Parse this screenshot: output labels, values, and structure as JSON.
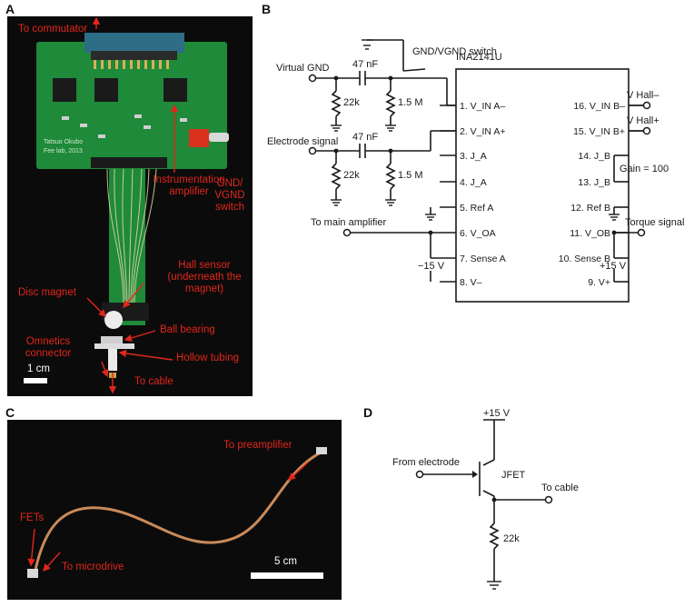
{
  "panels": {
    "A": {
      "letter": "A",
      "labels": {
        "to_commutator": "To commutator",
        "instrumentation_amplifier": "Instrumentation amplifier",
        "gnd_vgnd_switch": "GND/ VGND switch",
        "hall_sensor": "Hall sensor (underneath the magnet)",
        "disc_magnet": "Disc magnet",
        "ball_bearing": "Ball bearing",
        "omnetics_connector": "Omnetics connector",
        "hollow_tubing": "Hollow tubing",
        "to_cable": "To cable",
        "scale": "1 cm"
      },
      "board_text": [
        "Tatsuo Okubo",
        "Fee lab, 2013"
      ]
    },
    "B": {
      "letter": "B",
      "chip_name": "INA2141U",
      "switch_label": "GND/VGND switch",
      "virtual_gnd": "Virtual GND",
      "electrode_signal": "Electrode signal",
      "to_main_amplifier": "To main amplifier",
      "torque_signal": "Torque signal",
      "v_hall_minus": "V Hall–",
      "v_hall_plus": "V Hall+",
      "gain": "Gain = 100",
      "cap1": "47 nF",
      "cap2": "47 nF",
      "r1": "22k",
      "r2": "1.5 M",
      "r3": "22k",
      "r4": "1.5 M",
      "minus15": "−15 V",
      "plus15": "+15 V",
      "pins_left": [
        "1. V_IN A–",
        "2. V_IN A+",
        "3. J_A",
        "4. J_A",
        "5. Ref A",
        "6. V_OA",
        "7. Sense A",
        "8. V–"
      ],
      "pins_right": [
        "16. V_IN B–",
        "15. V_IN B+",
        "14. J_B",
        "13. J_B",
        "12. Ref B",
        "11. V_OB",
        "10. Sense B",
        "9. V+"
      ]
    },
    "C": {
      "letter": "C",
      "labels": {
        "to_preamplifier": "To preamplifier",
        "fets": "FETs",
        "to_microdrive": "To microdrive",
        "scale": "5 cm"
      }
    },
    "D": {
      "letter": "D",
      "plus15": "+15 V",
      "from_electrode": "From electrode",
      "jfet": "JFET",
      "to_cable": "To cable",
      "r": "22k"
    }
  },
  "colors": {
    "annotation_red": "#e0261b",
    "photo_background": "#0b0b0b",
    "pcb_green": "#1e8a3a",
    "cable_copper": "#c98a5a",
    "schematic_line": "#1a1a1a"
  }
}
